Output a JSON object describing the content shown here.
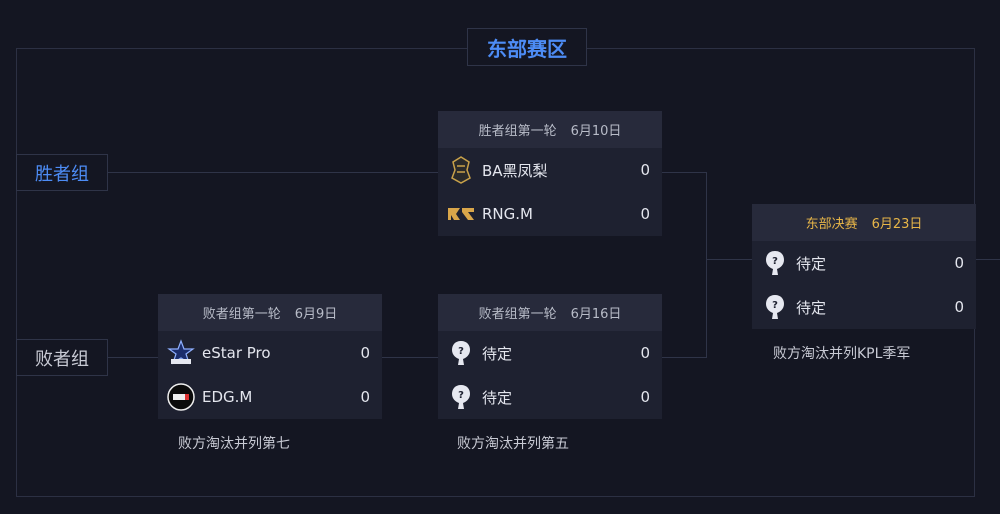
{
  "title": "东部赛区",
  "groups": {
    "winners": "胜者组",
    "losers": "败者组"
  },
  "matches": {
    "w1": {
      "stage": "胜者组第一轮",
      "date": "6月10日",
      "teams": [
        {
          "name": "BA黑凤梨",
          "score": "0",
          "logo": "ba-logo-icon"
        },
        {
          "name": "RNG.M",
          "score": "0",
          "logo": "rng-logo-icon"
        }
      ]
    },
    "l1": {
      "stage": "败者组第一轮",
      "date": "6月9日",
      "teams": [
        {
          "name": "eStar Pro",
          "score": "0",
          "logo": "estar-logo-icon"
        },
        {
          "name": "EDG.M",
          "score": "0",
          "logo": "edg-logo-icon"
        }
      ],
      "note": "败方淘汰并列第七"
    },
    "l2": {
      "stage": "败者组第一轮",
      "date": "6月16日",
      "teams": [
        {
          "name": "待定",
          "score": "0",
          "logo": "placeholder-avatar-icon"
        },
        {
          "name": "待定",
          "score": "0",
          "logo": "placeholder-avatar-icon"
        }
      ],
      "note": "败方淘汰并列第五"
    },
    "final": {
      "stage": "东部决赛",
      "date": "6月23日",
      "teams": [
        {
          "name": "待定",
          "score": "0",
          "logo": "placeholder-avatar-icon"
        },
        {
          "name": "待定",
          "score": "0",
          "logo": "placeholder-avatar-icon"
        }
      ],
      "note": "败方淘汰并列KPL季军"
    }
  },
  "colors": {
    "accent": "#4d8cf5",
    "final_head": "#e8b648",
    "background": "#141622"
  }
}
